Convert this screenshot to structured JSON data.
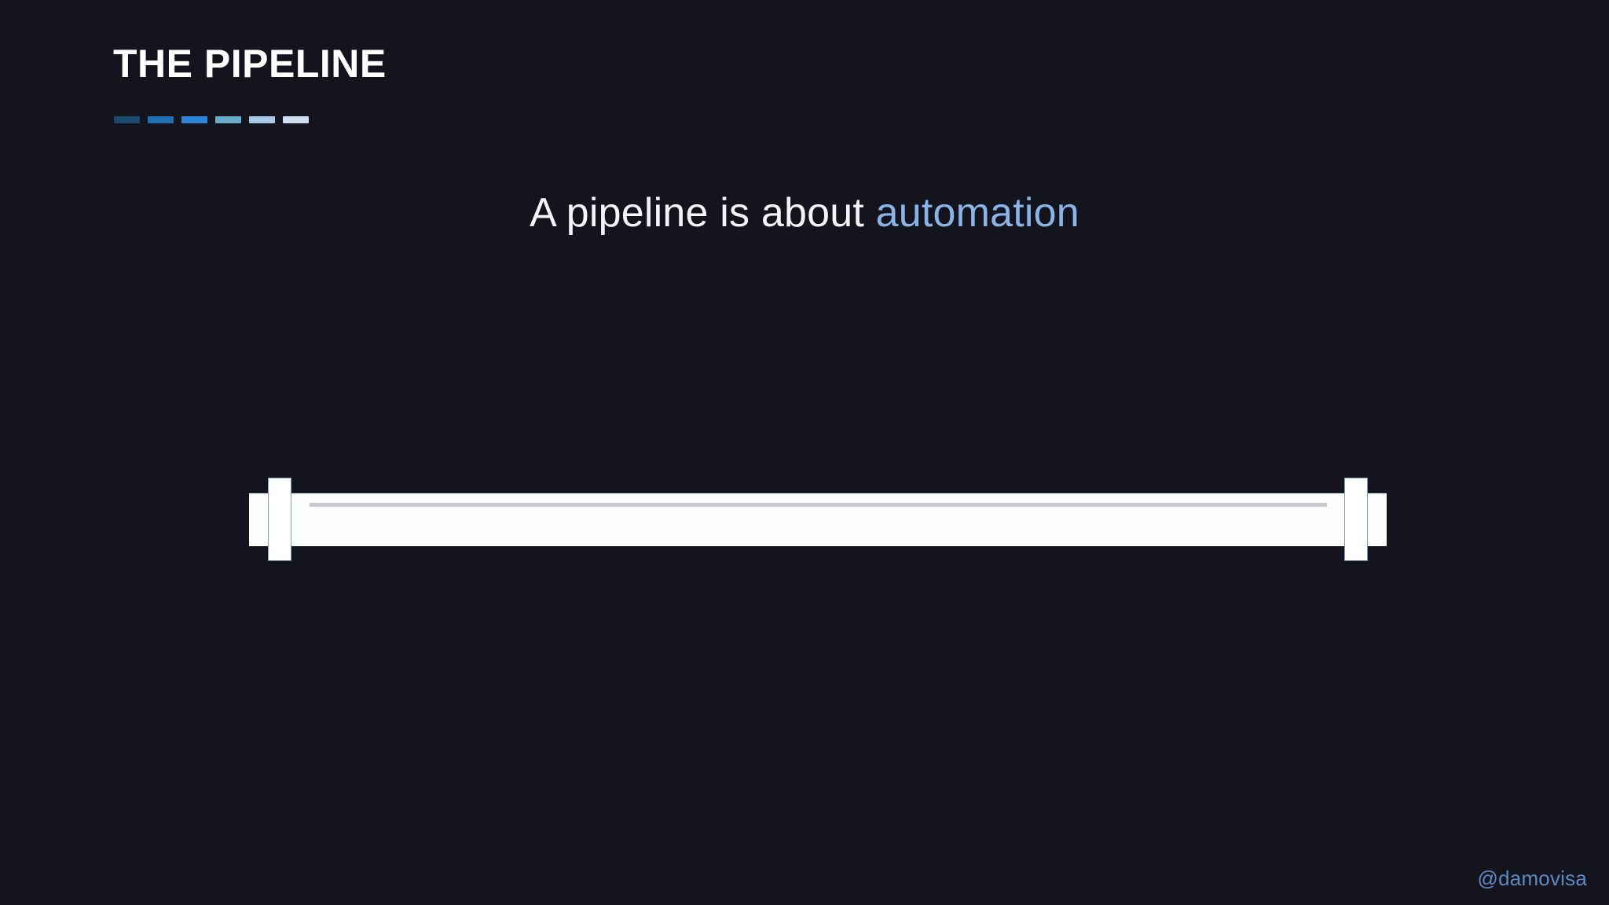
{
  "slide": {
    "background_color": "#14141e",
    "header": {
      "title": "THE PIPELINE",
      "title_color": "#ffffff",
      "rule_dashes": [
        {
          "color": "#1a4a6e"
        },
        {
          "color": "#1f6fb5"
        },
        {
          "color": "#2f86d8"
        },
        {
          "color": "#6aacc8"
        },
        {
          "color": "#a8c8e8"
        },
        {
          "color": "#cfdff0"
        }
      ]
    },
    "body": {
      "statement_lead": "A pipeline is about ",
      "statement_accent": "automation",
      "statement_accent_color": "#8ab4e8",
      "statement_color": "#f2f4f8"
    },
    "illustration": {
      "name": "pipe",
      "body_color": "#fdfdfd",
      "highlight_color": "#c9c9ce",
      "flange_color": "#ffffff",
      "flange_border_color": "#7f9ec2",
      "edge_color": "#2b3344"
    },
    "footer": {
      "handle": "@damovisa",
      "handle_color": "#5d8ac4"
    }
  }
}
